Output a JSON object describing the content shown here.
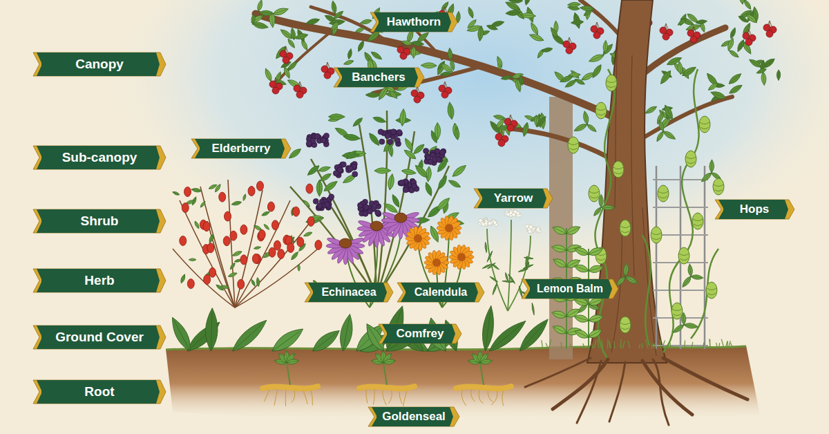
{
  "diagram": {
    "nodes": [
      {
        "text": [
          "Hawthorn"
        ]
      },
      {
        "text": [
          "Canopy"
        ]
      },
      {
        "text": [
          "Banchers"
        ]
      },
      {
        "text": [
          "Elderberry"
        ]
      },
      {
        "text": [
          "Sub-canopy"
        ]
      },
      {
        "text": [
          "Yarrow"
        ]
      },
      {
        "text": [
          "Hops"
        ]
      },
      {
        "text": [
          "Shrub"
        ]
      },
      {
        "text": [
          "Herb"
        ]
      },
      {
        "text": [
          "Echinacea"
        ]
      },
      {
        "text": [
          "Calendula"
        ]
      },
      {
        "text": [
          "Lemon Balm"
        ]
      },
      {
        "text": [
          "Ground Cover"
        ]
      },
      {
        "text": [
          "Comfrey"
        ]
      },
      {
        "text": [
          "Root"
        ]
      },
      {
        "text": [
          "Goldenseal"
        ]
      }
    ]
  }
}
